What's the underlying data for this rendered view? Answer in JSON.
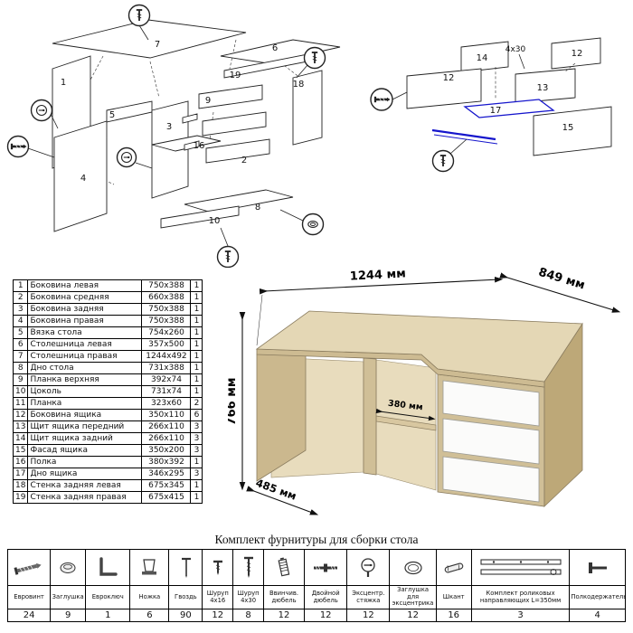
{
  "parts_table": {
    "rows": [
      {
        "num": "1",
        "name": "Боковина левая",
        "size": "750x388",
        "qty": "1"
      },
      {
        "num": "2",
        "name": "Боковина средняя",
        "size": "660x388",
        "qty": "1"
      },
      {
        "num": "3",
        "name": "Боковина задняя",
        "size": "750x388",
        "qty": "1"
      },
      {
        "num": "4",
        "name": "Боковина правая",
        "size": "750x388",
        "qty": "1"
      },
      {
        "num": "5",
        "name": "Вязка стола",
        "size": "754x260",
        "qty": "1"
      },
      {
        "num": "6",
        "name": "Столешница левая",
        "size": "357x500",
        "qty": "1"
      },
      {
        "num": "7",
        "name": "Столешница правая",
        "size": "1244x492",
        "qty": "1"
      },
      {
        "num": "8",
        "name": "Дно стола",
        "size": "731x388",
        "qty": "1"
      },
      {
        "num": "9",
        "name": "Планка верхняя",
        "size": "392x74",
        "qty": "1"
      },
      {
        "num": "10",
        "name": "Цоколь",
        "size": "731x74",
        "qty": "1"
      },
      {
        "num": "11",
        "name": "Планка",
        "size": "323x60",
        "qty": "2"
      },
      {
        "num": "12",
        "name": "Боковина ящика",
        "size": "350x110",
        "qty": "6"
      },
      {
        "num": "13",
        "name": "Щит ящика передний",
        "size": "266x110",
        "qty": "3"
      },
      {
        "num": "14",
        "name": "Щит ящика задний",
        "size": "266x110",
        "qty": "3"
      },
      {
        "num": "15",
        "name": "Фасад ящика",
        "size": "350x200",
        "qty": "3"
      },
      {
        "num": "16",
        "name": "Полка",
        "size": "380x392",
        "qty": "1"
      },
      {
        "num": "17",
        "name": "Дно ящика",
        "size": "346x295",
        "qty": "3"
      },
      {
        "num": "18",
        "name": "Стенка задняя левая",
        "size": "675x345",
        "qty": "1"
      },
      {
        "num": "19",
        "name": "Стенка задняя правая",
        "size": "675x415",
        "qty": "1"
      }
    ]
  },
  "desk_dimensions": {
    "width": "1244 мм",
    "depth": "849 мм",
    "height": "766 мм",
    "shelf": "380 мм",
    "left_depth": "485 мм"
  },
  "diagram_left": {
    "labels": [
      "7",
      "6",
      "19",
      "18",
      "5",
      "3",
      "16",
      "2",
      "9",
      "1",
      "4",
      "10",
      "8"
    ]
  },
  "diagram_right": {
    "labels": [
      "14",
      "12",
      "12",
      "13",
      "17",
      "15"
    ],
    "annotation": "4x30"
  },
  "hardware": {
    "caption": "Комплект фурнитуры для сборки стола",
    "items": [
      {
        "name": "Евровинт",
        "qty": "24"
      },
      {
        "name": "Заглушка",
        "qty": "9"
      },
      {
        "name": "Евроключ",
        "qty": "1"
      },
      {
        "name": "Ножка",
        "qty": "6"
      },
      {
        "name": "Гвоздь",
        "qty": "90"
      },
      {
        "name": "Шуруп 4x16",
        "qty": "12"
      },
      {
        "name": "Шуруп 4x30",
        "qty": "8"
      },
      {
        "name": "Ввинчив. дюбель",
        "qty": "12"
      },
      {
        "name": "Двойной дюбель",
        "qty": "12"
      },
      {
        "name": "Эксцентр. стяжка",
        "qty": "12"
      },
      {
        "name": "Заглушка для эксцентрика",
        "qty": "12"
      },
      {
        "name": "Шкант",
        "qty": "16"
      },
      {
        "name": "Комплект роликовых направляющих L=350мм",
        "qty": "3"
      },
      {
        "name": "Полкодержатель",
        "qty": "4"
      }
    ]
  },
  "colors": {
    "wood_top": "#e4d7b5",
    "wood_front": "#d0bf97",
    "wood_side": "#bda878",
    "drawer_white": "#fbfbfa",
    "highlight_blue": "#1515cc"
  }
}
